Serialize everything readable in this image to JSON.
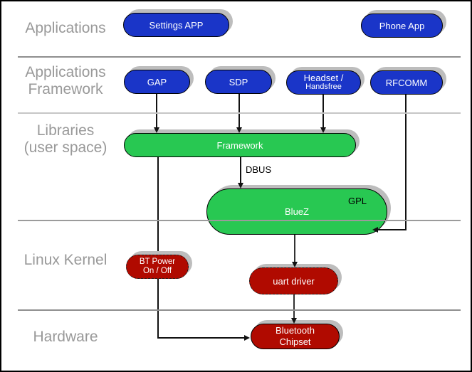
{
  "layers": {
    "applications": {
      "label": "Applications"
    },
    "applications_framework": {
      "line1": "Applications",
      "line2": "Framework"
    },
    "libraries": {
      "line1": "Libraries",
      "line2": "(user space)"
    },
    "linux_kernel": {
      "label": "Linux Kernel"
    },
    "hardware": {
      "label": "Hardware"
    }
  },
  "nodes": {
    "settings_app": {
      "label": "Settings APP"
    },
    "phone_app": {
      "label": "Phone App"
    },
    "gap": {
      "label": "GAP"
    },
    "sdp": {
      "label": "SDP"
    },
    "headset": {
      "line1": "Headset /",
      "line2": "Handsfree"
    },
    "rfcomm": {
      "label": "RFCOMM"
    },
    "framework": {
      "label": "Framework"
    },
    "bluez": {
      "label": "BlueZ",
      "badge": "GPL"
    },
    "bt_power": {
      "line1": "BT Power",
      "line2": "On / Off"
    },
    "uart_driver": {
      "label": "uart driver"
    },
    "bluetooth_chipset": {
      "line1": "Bluetooth",
      "line2": "Chipset"
    }
  },
  "edges": {
    "dbus_label": "DBUS"
  },
  "colors": {
    "app_node_blue": "#1a35c8",
    "userspace_node_green": "#28c852",
    "kernel_node_red": "#b00a00",
    "layer_label_gray": "#999999",
    "shadow_gray": "#bdbdbd"
  }
}
